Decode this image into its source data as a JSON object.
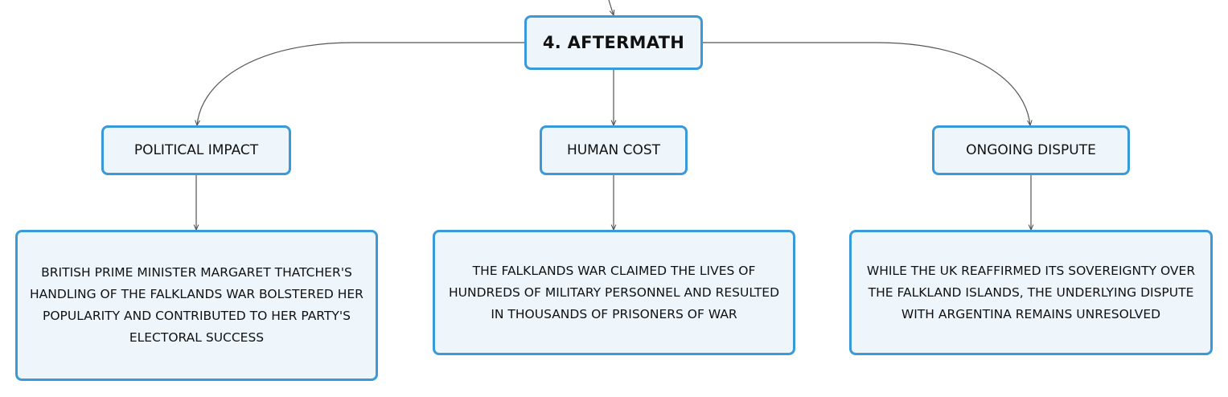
{
  "diagram": {
    "root": {
      "label": "4. AFTERMATH"
    },
    "branches": [
      {
        "label": "POLITICAL IMPACT",
        "detail": "BRITISH PRIME MINISTER MARGARET THATCHER'S HANDLING OF THE FALKLANDS WAR BOLSTERED HER POPULARITY AND CONTRIBUTED TO HER PARTY'S ELECTORAL SUCCESS"
      },
      {
        "label": "HUMAN COST",
        "detail": "THE FALKLANDS WAR CLAIMED THE LIVES OF HUNDREDS OF MILITARY PERSONNEL AND RESULTED IN THOUSANDS OF PRISONERS OF WAR"
      },
      {
        "label": "ONGOING DISPUTE",
        "detail": "WHILE THE UK REAFFIRMED ITS SOVEREIGNTY OVER THE FALKLAND ISLANDS, THE UNDERLYING DISPUTE WITH ARGENTINA REMAINS UNRESOLVED"
      }
    ],
    "colors": {
      "node_border": "#3a9ad9",
      "node_fill": "#eef6fc",
      "connector": "#555555"
    }
  }
}
